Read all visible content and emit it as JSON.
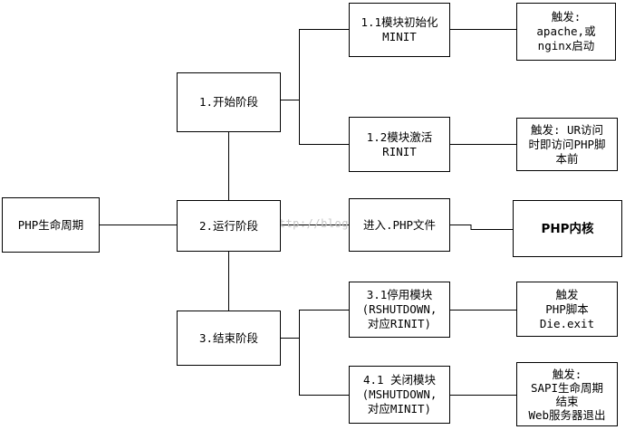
{
  "root": {
    "label": "PHP生命周期"
  },
  "stages": [
    {
      "label": "1.开始阶段"
    },
    {
      "label": "2.运行阶段"
    },
    {
      "label": "3.结束阶段"
    }
  ],
  "steps": [
    {
      "lines": [
        "1.1模块初始化",
        "MINIT"
      ]
    },
    {
      "lines": [
        "1.2模块激活",
        "RINIT"
      ]
    },
    {
      "lines": [
        "进入.PHP文件"
      ]
    },
    {
      "lines": [
        "3.1停用模块",
        "(RSHUTDOWN,",
        "对应RINIT)"
      ]
    },
    {
      "lines": [
        "4.1 关闭模块",
        "(MSHUTDOWN,",
        "对应MINIT)"
      ]
    }
  ],
  "notes": [
    {
      "lines": [
        "触发:",
        "apache,或",
        "nginx启动"
      ]
    },
    {
      "lines": [
        "触发: UR访问",
        "时即访问PHP脚",
        "本前"
      ]
    },
    {
      "lines": [
        "PHP内核"
      ]
    },
    {
      "lines": [
        "触发",
        "PHP脚本",
        "Die.exit"
      ]
    },
    {
      "lines": [
        "触发:",
        "SAPI生命周期",
        "结束",
        "Web服务器退出"
      ]
    }
  ],
  "watermark": "http://blog.csdn.net/"
}
